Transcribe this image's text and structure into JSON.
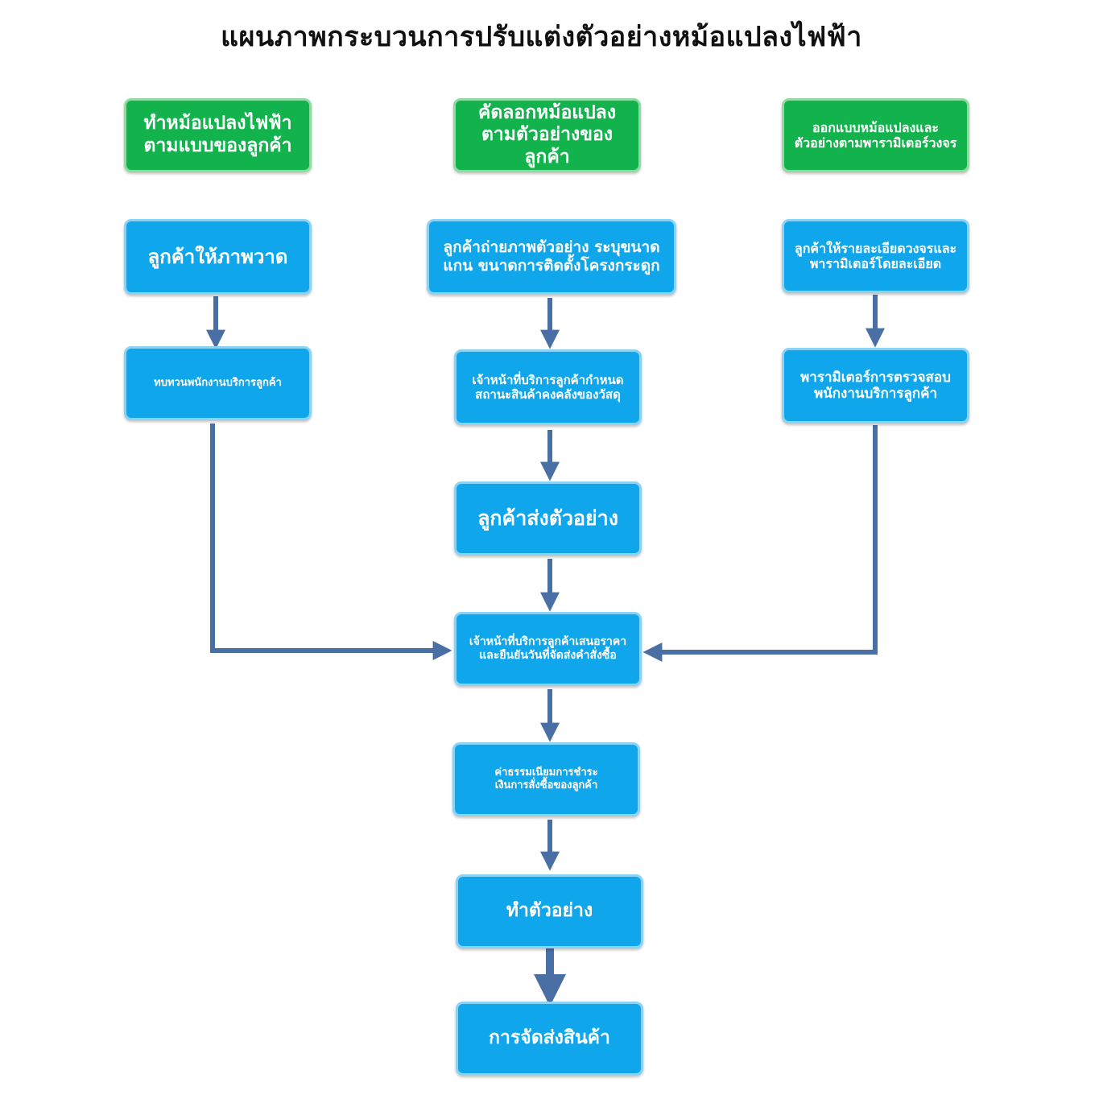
{
  "title": "แผนภาพกระบวนการปรับแต่งตัวอย่างหม้อแปลงไฟฟ้า",
  "colors": {
    "green": "#12b24c",
    "blue": "#0fa6ec",
    "arrow": "#4a6fa5"
  },
  "branches": {
    "left": {
      "header": "ทำหม้อแปลงไฟฟ้าตามแบบของลูกค้า",
      "step1": "ลูกค้าให้ภาพวาด",
      "step2": "ทบทวนพนักงานบริการลูกค้า"
    },
    "middle": {
      "header": "คัดลอกหม้อแปลงตามตัวอย่างของลูกค้า",
      "step1": "ลูกค้าถ่ายภาพตัวอย่าง ระบุขนาดแกน ขนาดการติดตั้งโครงกระดูก",
      "step2": "เจ้าหน้าที่บริการลูกค้ากำหนดสถานะสินค้าคงคลังของวัสดุ",
      "step3": "ลูกค้าส่งตัวอย่าง"
    },
    "right": {
      "header": "ออกแบบหม้อแปลงและตัวอย่างตามพารามิเตอร์วงจร",
      "step1": "ลูกค้าให้รายละเอียดวงจรและพารามิเตอร์โดยละเอียด",
      "step2": "พารามิเตอร์การตรวจสอบพนักงานบริการลูกค้า"
    }
  },
  "flow": {
    "quote": "เจ้าหน้าที่บริการลูกค้าเสนอราคาและยืนยันวันที่จัดส่งคำสั่งซื้อ",
    "fee": "ค่าธรรมเนียมการชำระเงินการสั่งซื้อของลูกค้า",
    "make_sample": "ทำตัวอย่าง",
    "delivery": "การจัดส่งสินค้า"
  }
}
